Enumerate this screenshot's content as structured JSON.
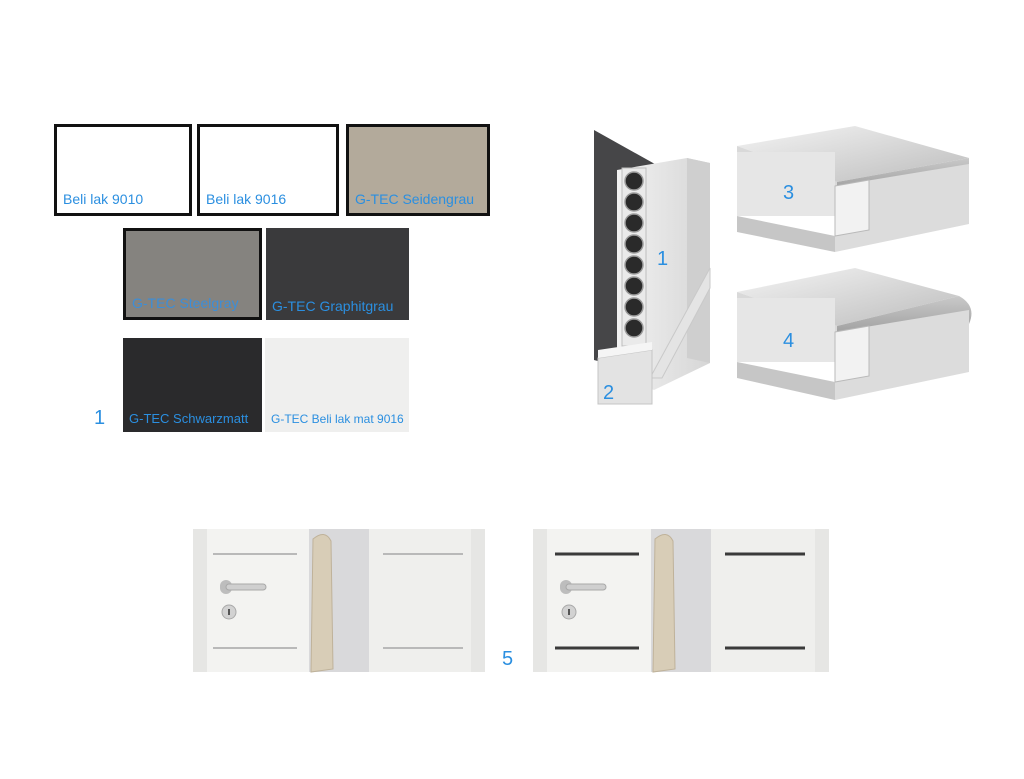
{
  "swatches": [
    {
      "label": "Beli lak 9010",
      "color": "#ffffff",
      "border": "#111111"
    },
    {
      "label": "Beli lak 9016",
      "color": "#ffffff",
      "border": "#111111"
    },
    {
      "label": "G-TEC Seidengrau",
      "color": "#b3aa9b",
      "border": "#111111"
    },
    {
      "label": "G-TEC Steelgray",
      "color": "#85837f",
      "border": "#111111"
    },
    {
      "label": "G-TEC Graphitgrau",
      "color": "#3a3a3c",
      "border": "none"
    },
    {
      "label": "G-TEC Schwarzmatt",
      "color": "#2a2a2c",
      "border": "none"
    },
    {
      "label": "G-TEC Beli lak mat 9016",
      "color": "#efefee",
      "border": "none"
    }
  ],
  "numbers": {
    "n1_swatches": "1",
    "n1_frame": "1",
    "n2": "2",
    "n3": "3",
    "n4": "4",
    "n5": "5"
  },
  "colors": {
    "accent_text": "#2b8fe0"
  }
}
